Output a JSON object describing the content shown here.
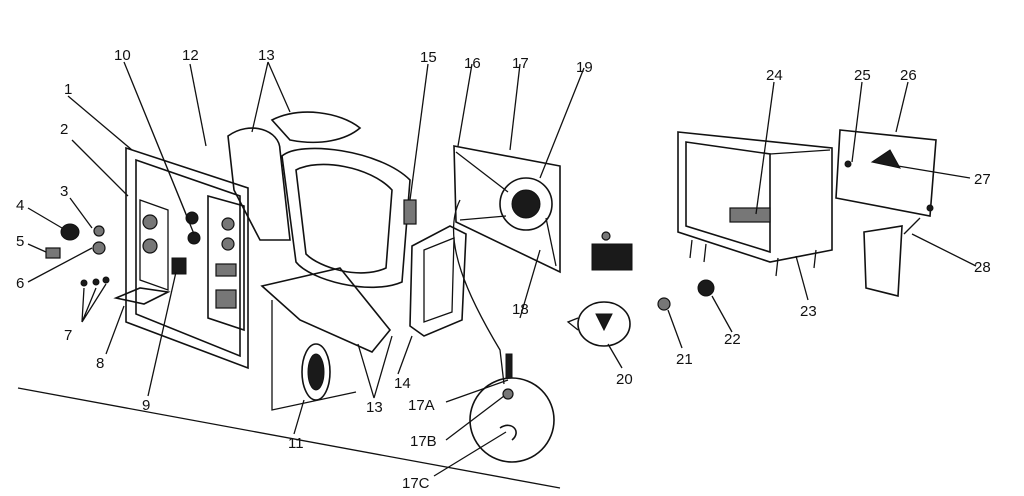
{
  "diagram": {
    "labels": {
      "l1": "1",
      "l2": "2",
      "l3": "3",
      "l4": "4",
      "l5": "5",
      "l6": "6",
      "l7": "7",
      "l8": "8",
      "l9": "9",
      "l10": "10",
      "l11": "11",
      "l12": "12",
      "l13a": "13",
      "l13b": "13",
      "l14": "14",
      "l15": "15",
      "l16": "16",
      "l17": "17",
      "l17a": "17A",
      "l17b": "17B",
      "l17c": "17C",
      "l18": "18",
      "l19": "19",
      "l20": "20",
      "l21": "21",
      "l22": "22",
      "l23": "23",
      "l24": "24",
      "l25": "25",
      "l26": "26",
      "l27": "27",
      "l28": "28"
    }
  }
}
